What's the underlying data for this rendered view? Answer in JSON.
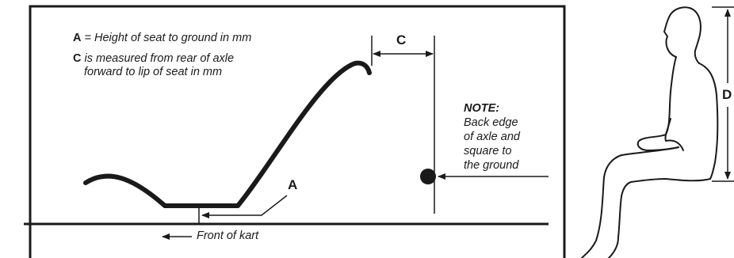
{
  "legend": {
    "a_key": "A",
    "a_text": "= Height of seat to ground in mm",
    "c_key": "C",
    "c_text_line1": "is measured from rear of axle",
    "c_text_line2": "forward to lip of seat in mm"
  },
  "labels": {
    "a": "A",
    "c": "C",
    "d": "D",
    "front": "Front of kart"
  },
  "note": {
    "title": "NOTE:",
    "lines": [
      "Back edge",
      "of axle and",
      "square to",
      "the ground"
    ]
  }
}
